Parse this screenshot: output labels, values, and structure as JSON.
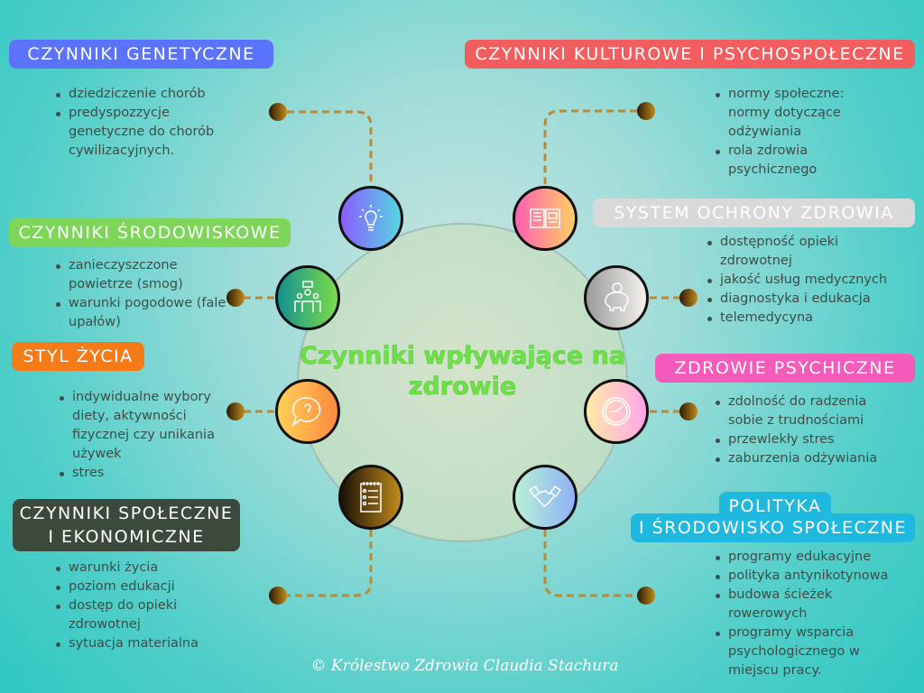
{
  "title": "Czynniki wpływające na zdrowie",
  "sections": {
    "genetic": {
      "label": "CZYNNIKI GENETYCZNE",
      "color": "#5b73fb",
      "items": [
        "dziedziczenie chorób",
        "predyspozzycje genetyczne do chorób cywilizacyjnych."
      ]
    },
    "cultural": {
      "label": "CZYNNIKI KULTUROWE I PSYCHOSPOŁECZNE",
      "color": "#f25d5f",
      "items": [
        "normy społeczne: normy dotyczące odżywiania",
        "rola zdrowia psychicznego"
      ]
    },
    "environmental": {
      "label": "CZYNNIKI ŚRODOWISKOWE",
      "color": "#7dd55a",
      "items": [
        "zanieczyszczone powietrze (smog)",
        "warunki pogodowe (fale upałów)"
      ]
    },
    "healthcare": {
      "label": "SYSTEM OCHRONY ZDROWIA",
      "color": "#d9d9d9",
      "items": [
        "dostępność opieki zdrowotnej",
        "jakość usług medycznych",
        "diagnostyka i edukacja",
        "telemedycyna"
      ]
    },
    "lifestyle": {
      "label": "STYL ŻYCIA",
      "color": "#f47b17",
      "items": [
        "indywidualne wybory diety, aktywności fizycznej czy unikania używek",
        "stres"
      ]
    },
    "mental": {
      "label": "ZDROWIE PSYCHICZNE",
      "color": "#f45bbb",
      "items": [
        "zdolność do radzenia sobie z trudnościami",
        "przewlekły stres",
        "zaburzenia odżywiania"
      ]
    },
    "social": {
      "label_line1": "CZYNNIKI SPOŁECZNE",
      "label_line2": "I EKONOMICZNE",
      "color": "#3c4a3c",
      "items": [
        "warunki życia",
        "poziom edukacji",
        "dostęp do opieki zdrowotnej",
        "sytuacja materialna"
      ]
    },
    "policy": {
      "label_line1": "POLITYKA",
      "label_line2": "I ŚRODOWISKO SPOŁECZNE",
      "color": "#1fb8de",
      "items": [
        "programy edukacyjne",
        "polityka antynikotynowa",
        "budowa ścieżek rowerowych",
        "programy wsparcia psychologicznego w miejscu pracy."
      ]
    }
  },
  "footer": "© Królestwo Zdrowia Claudia Stachura"
}
